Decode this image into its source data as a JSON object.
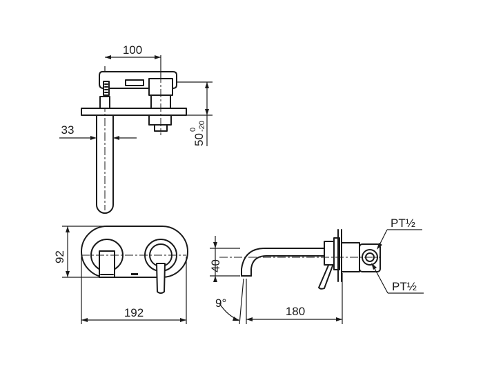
{
  "dimensions": {
    "top_width": "100",
    "spout_offset": "33",
    "depth_main": "50",
    "depth_tol_upper": "0",
    "depth_tol_lower": "-20",
    "plate_height": "92",
    "plate_width": "192",
    "side_height": "40",
    "angle": "9°",
    "spout_length": "180",
    "thread_upper": "PT½",
    "thread_lower": "PT½"
  }
}
